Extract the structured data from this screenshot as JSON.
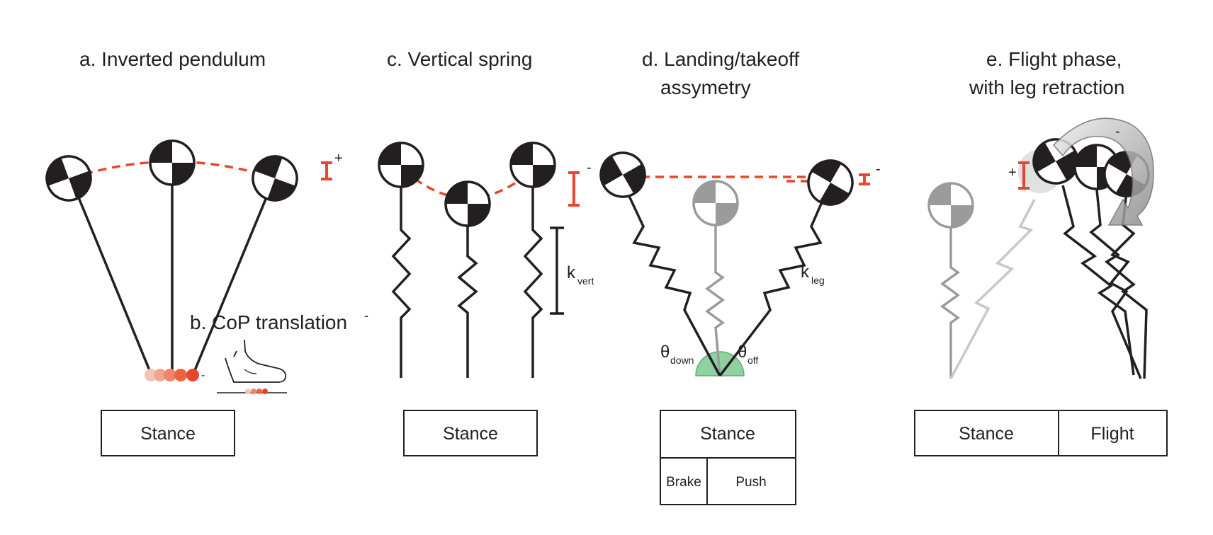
{
  "panels": {
    "a": {
      "title": "a. Inverted pendulum",
      "energy_sign": "+",
      "phase_box": [
        "Stance"
      ]
    },
    "b": {
      "title": "b. CoP translation",
      "superscript": "-",
      "cop_sign": "-"
    },
    "c": {
      "title": "c. Vertical spring",
      "energy_sign": "-",
      "stiffness_label": "k",
      "stiffness_sub": "vert",
      "phase_box": [
        "Stance"
      ]
    },
    "d": {
      "title_line1": "d. Landing/takeoff",
      "title_line2": "assymetry",
      "energy_sign": "-",
      "stiffness_label": "k",
      "stiffness_sub": "leg",
      "theta_down": "θ",
      "theta_down_sub": "down",
      "theta_off": "θ",
      "theta_off_sub": "off",
      "phase_top": "Stance",
      "phase_left": "Brake",
      "phase_right": "Push"
    },
    "e": {
      "title_line1": "e. Flight phase,",
      "title_line2": "with leg retraction",
      "plus_sign": "+",
      "minus_sign": "-",
      "phase_left": "Stance",
      "phase_right": "Flight"
    }
  },
  "colors": {
    "ink": "#231f20",
    "accent_red": "#e8462b",
    "gray": "#9b9b9b",
    "light_gray": "#c8c8c8",
    "angle_green": "#8fd1a0"
  }
}
